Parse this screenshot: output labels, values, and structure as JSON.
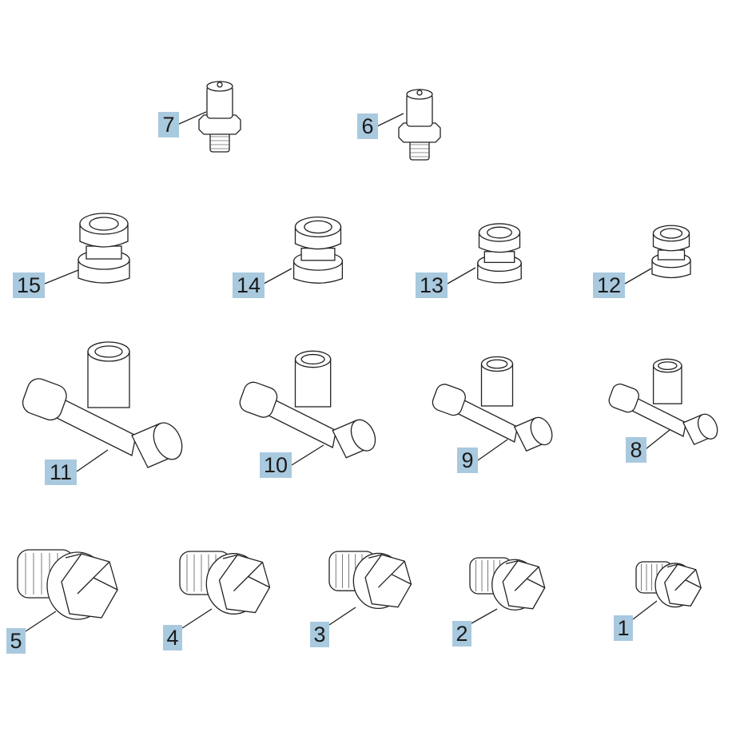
{
  "diagram": {
    "callouts": [
      {
        "id": "p7",
        "number": "7"
      },
      {
        "id": "p6",
        "number": "6"
      },
      {
        "id": "p15",
        "number": "15"
      },
      {
        "id": "p14",
        "number": "14"
      },
      {
        "id": "p13",
        "number": "13"
      },
      {
        "id": "p12",
        "number": "12"
      },
      {
        "id": "p11",
        "number": "11"
      },
      {
        "id": "p10",
        "number": "10"
      },
      {
        "id": "p9",
        "number": "9"
      },
      {
        "id": "p8",
        "number": "8"
      },
      {
        "id": "p5",
        "number": "5"
      },
      {
        "id": "p4",
        "number": "4"
      },
      {
        "id": "p3",
        "number": "3"
      },
      {
        "id": "p2",
        "number": "2"
      },
      {
        "id": "p1",
        "number": "1"
      }
    ],
    "colors": {
      "callout_bg": "#a9c9df",
      "line": "#222222"
    }
  }
}
